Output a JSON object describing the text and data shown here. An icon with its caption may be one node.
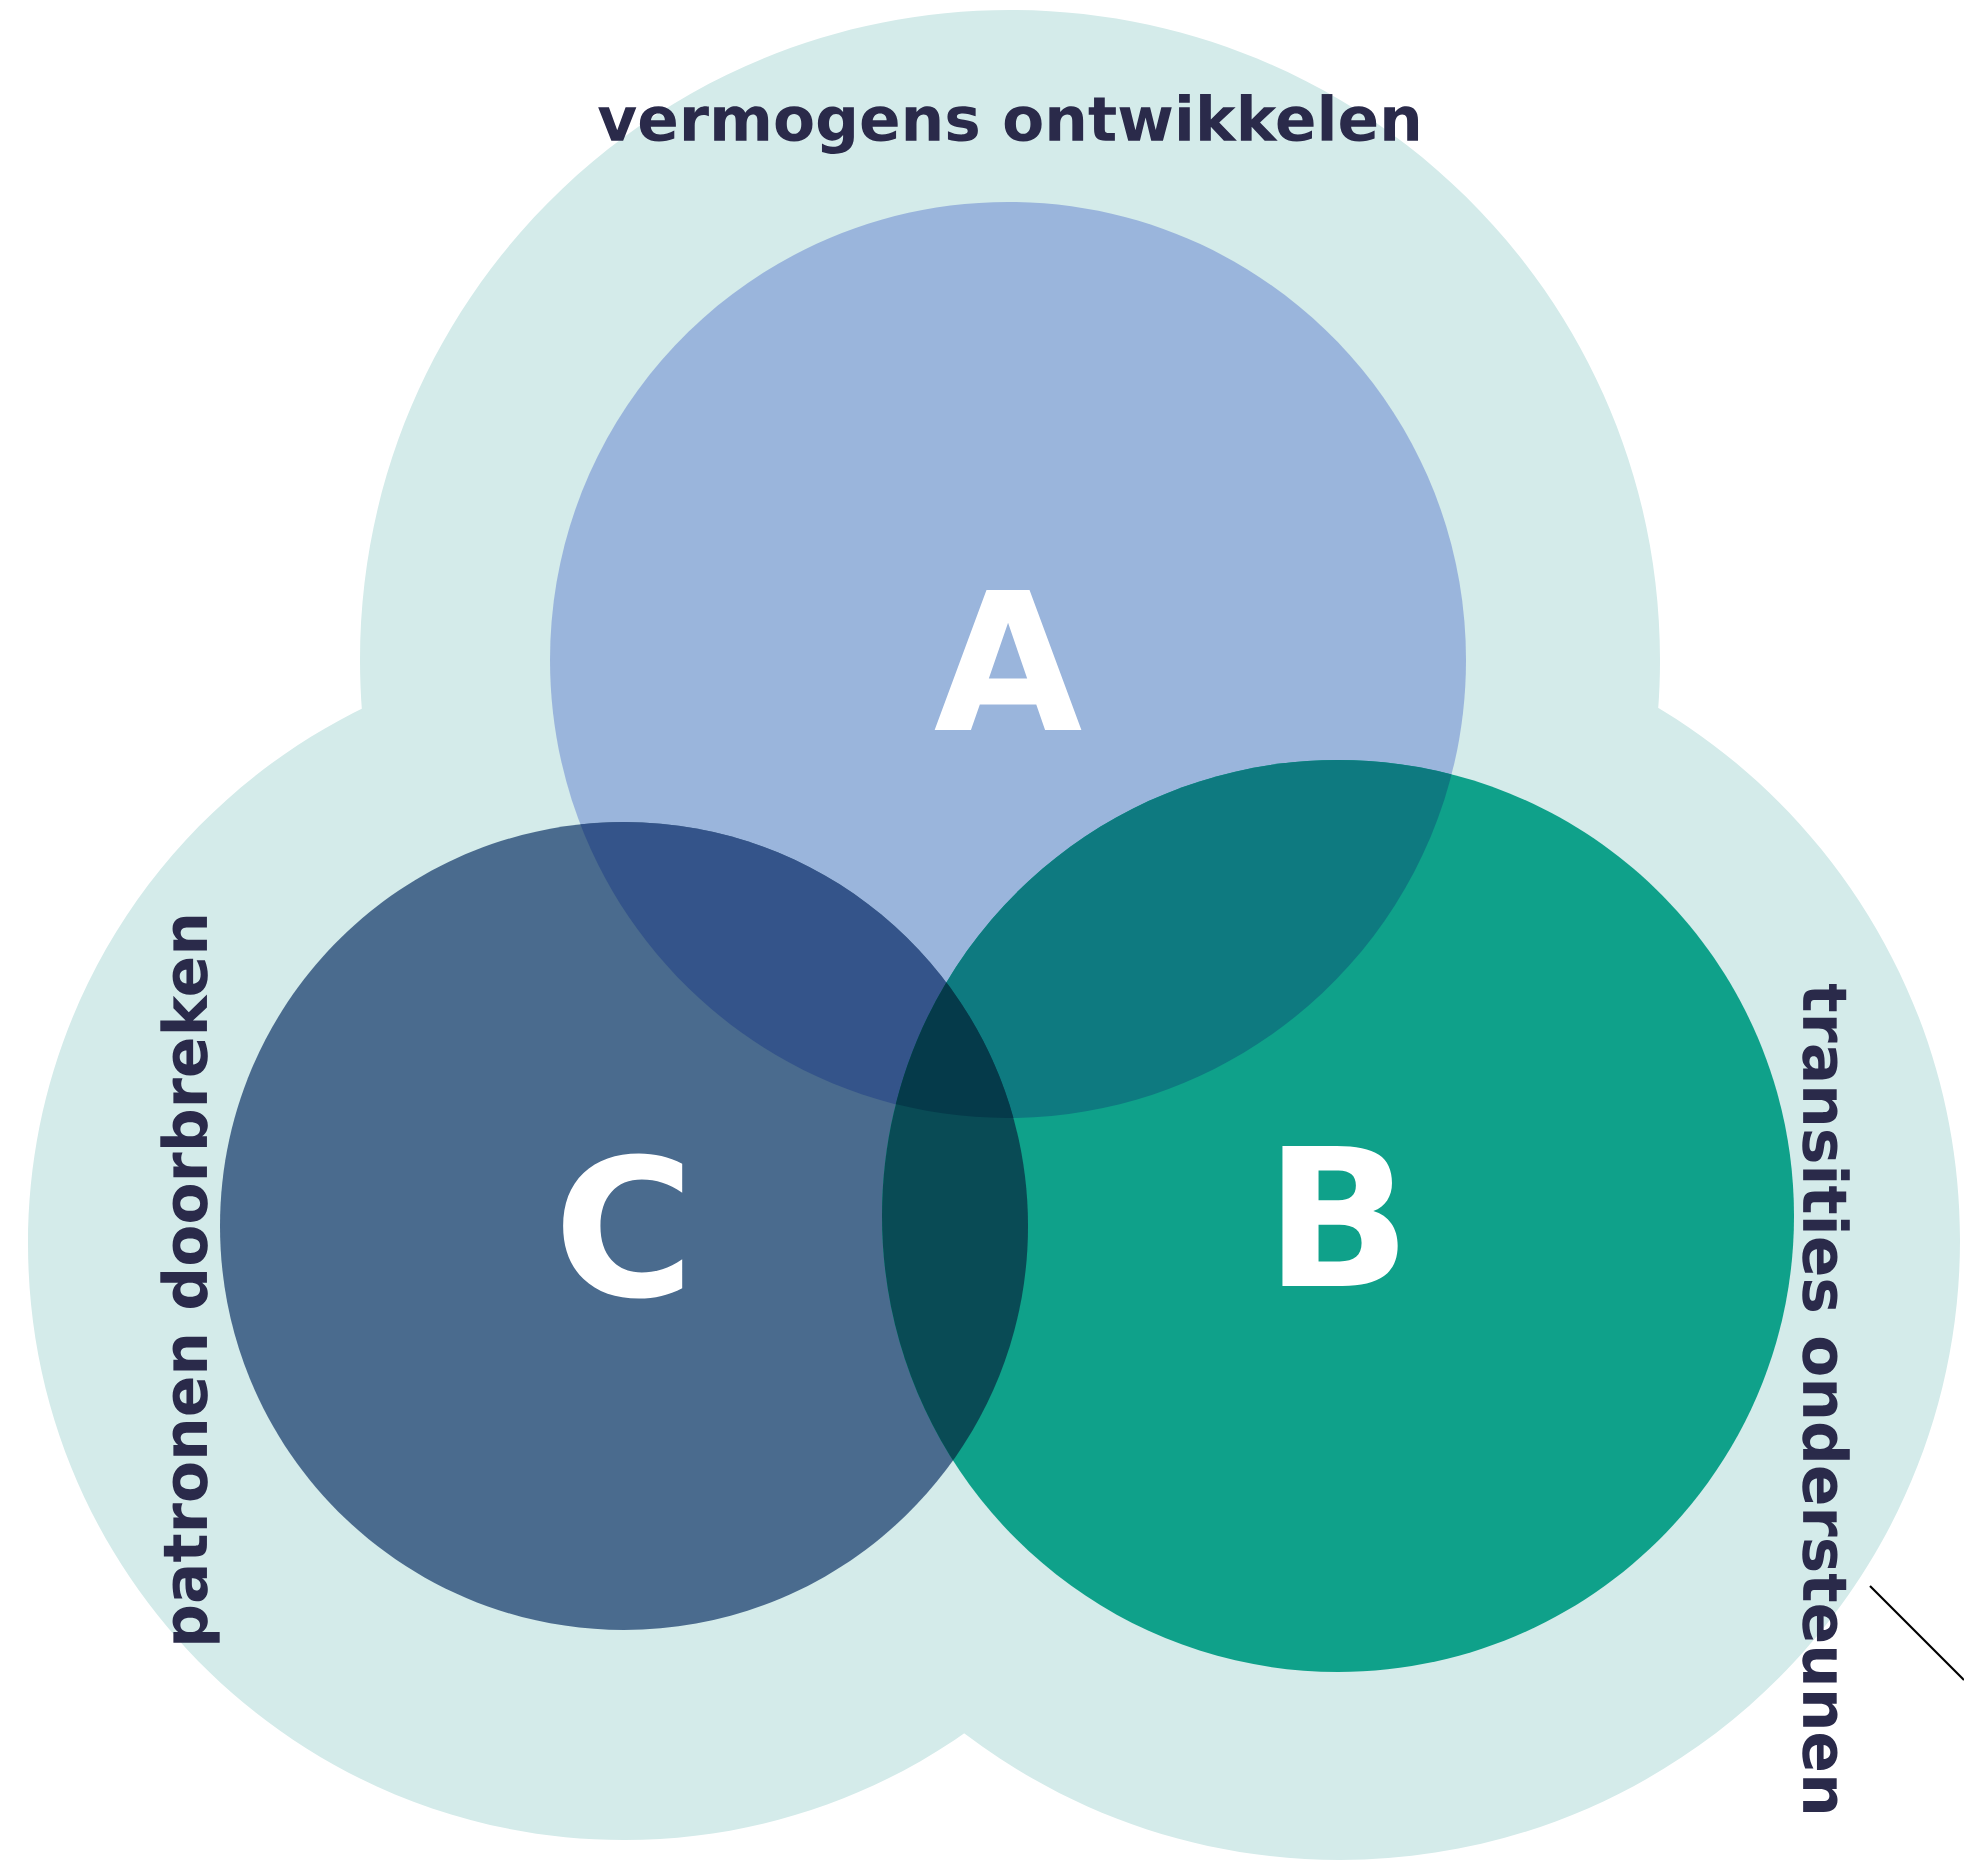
{
  "diagram": {
    "nodes": [
      {
        "text": [
          "A"
        ],
        "beside": [
          "vermogens ontwikkelen"
        ]
      },
      {
        "text": [
          "B"
        ],
        "beside": [
          "transities ondersteunen"
        ]
      },
      {
        "text": [
          "C"
        ],
        "beside": [
          "patronen doorbreken"
        ]
      }
    ]
  }
}
